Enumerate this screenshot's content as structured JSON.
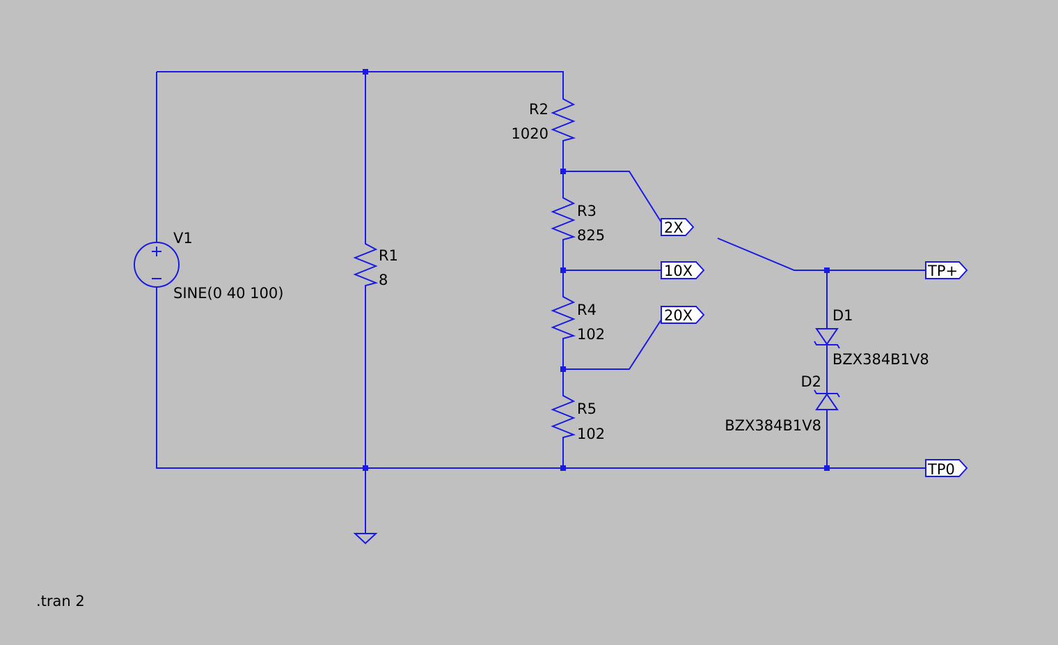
{
  "components": {
    "V1": {
      "name": "V1",
      "value": "SINE(0 40 100)"
    },
    "R1": {
      "name": "R1",
      "value": "8"
    },
    "R2": {
      "name": "R2",
      "value": "1020"
    },
    "R3": {
      "name": "R3",
      "value": "825"
    },
    "R4": {
      "name": "R4",
      "value": "102"
    },
    "R5": {
      "name": "R5",
      "value": "102"
    },
    "D1": {
      "name": "D1",
      "value": "BZX384B1V8"
    },
    "D2": {
      "name": "D2",
      "value": "BZX384B1V8"
    }
  },
  "net_labels": {
    "x2": "2X",
    "x10": "10X",
    "x20": "20X",
    "tp_plus": "TP+",
    "tp0": "TP0"
  },
  "directive": ".tran 2",
  "colors": {
    "wire": "#1a1ae6",
    "background": "#c0c0c0",
    "flag_fill": "#ffffff"
  }
}
